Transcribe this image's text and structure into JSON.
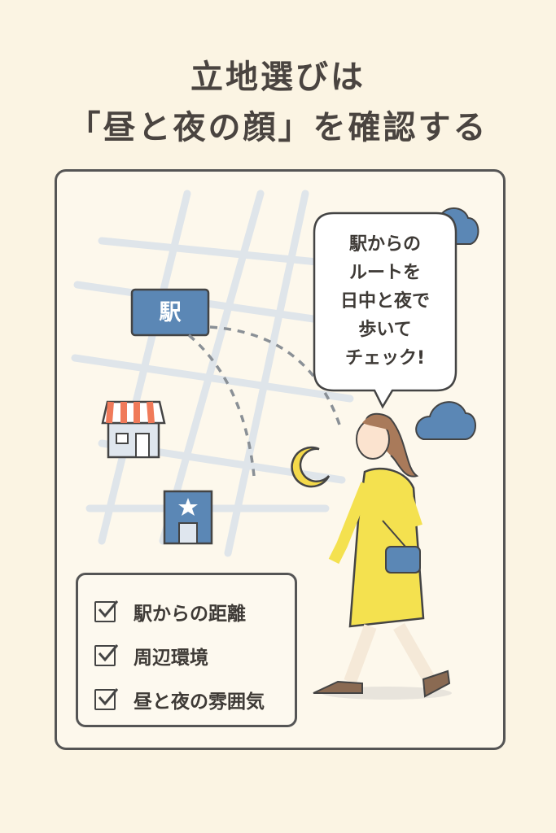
{
  "title": {
    "line1": "立地選びは",
    "line2": "「昼と夜の顔」を確認する"
  },
  "map": {
    "station_label": "駅"
  },
  "bubble": {
    "lines": [
      "駅からの",
      "ルートを",
      "日中と夜で",
      "歩いて",
      "チェック!"
    ]
  },
  "checklist": {
    "items": [
      "駅からの距離",
      "周辺環境",
      "昼と夜の雰囲気"
    ]
  },
  "colors": {
    "background": "#fbf4e3",
    "blue": "#5b87b5",
    "yellow": "#f4e14f",
    "outline": "#555555",
    "awning": "#f07a5a"
  }
}
